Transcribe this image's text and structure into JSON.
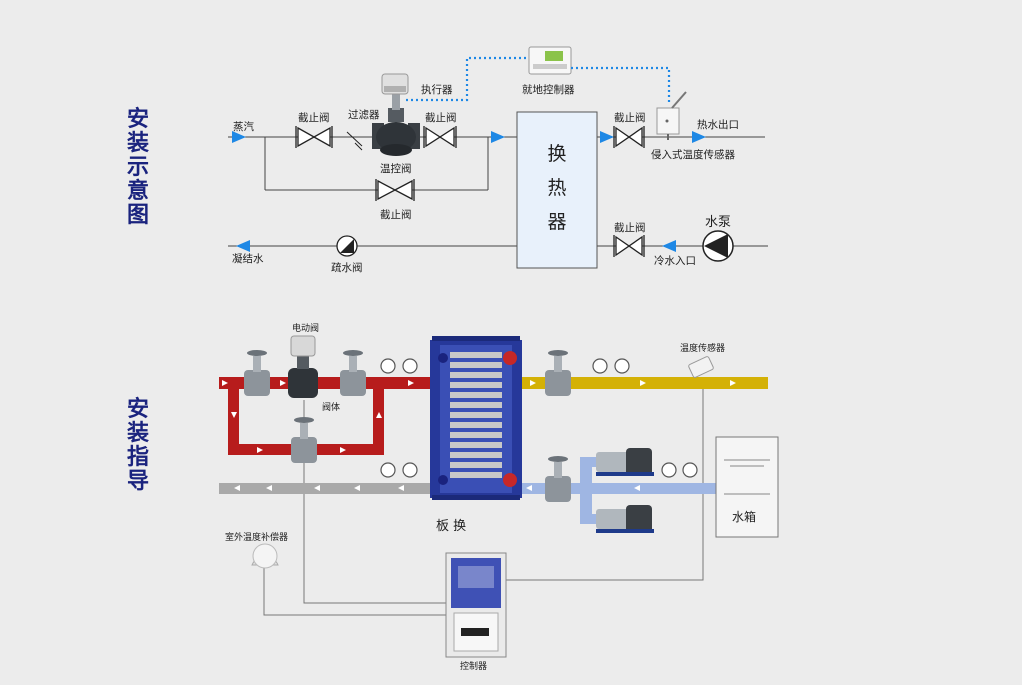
{
  "section_titles": {
    "schematic": "安装示意图",
    "guide": "安装指导"
  },
  "schematic": {
    "steam": "蒸汽",
    "shutoff_valve_1": "截止阀",
    "filter": "过滤器",
    "shutoff_valve_2": "截止阀",
    "actuator": "执行器",
    "local_controller": "就地控制器",
    "temp_control_valve": "温控阀",
    "bypass_valve": "截止阀",
    "heat_exchanger_1": "换",
    "heat_exchanger_2": "热",
    "heat_exchanger_3": "器",
    "shutoff_valve_out": "截止阀",
    "hot_water_out": "热水出口",
    "immersion_sensor": "侵入式温度传感器",
    "shutoff_valve_in": "截止阀",
    "water_pump": "水泵",
    "cold_water_in": "冷水入口",
    "condensate": "凝结水",
    "drain_valve": "疏水阀"
  },
  "guide": {
    "electric_valve": "电动阀",
    "valve_body": "阀体",
    "temp_sensor": "温度传感器",
    "plate_exchanger": "板 换",
    "water_tank": "水箱",
    "outdoor_compensator": "室外温度补偿器",
    "controller": "控制器"
  },
  "colors": {
    "hot_pipe": "#b71c1c",
    "hot_water_pipe": "#d4b106",
    "cold_pipe": "#9fb6e3",
    "return_pipe": "#a9a9a9",
    "signal_line": "#1e88e5",
    "title_color": "#1a237e"
  }
}
